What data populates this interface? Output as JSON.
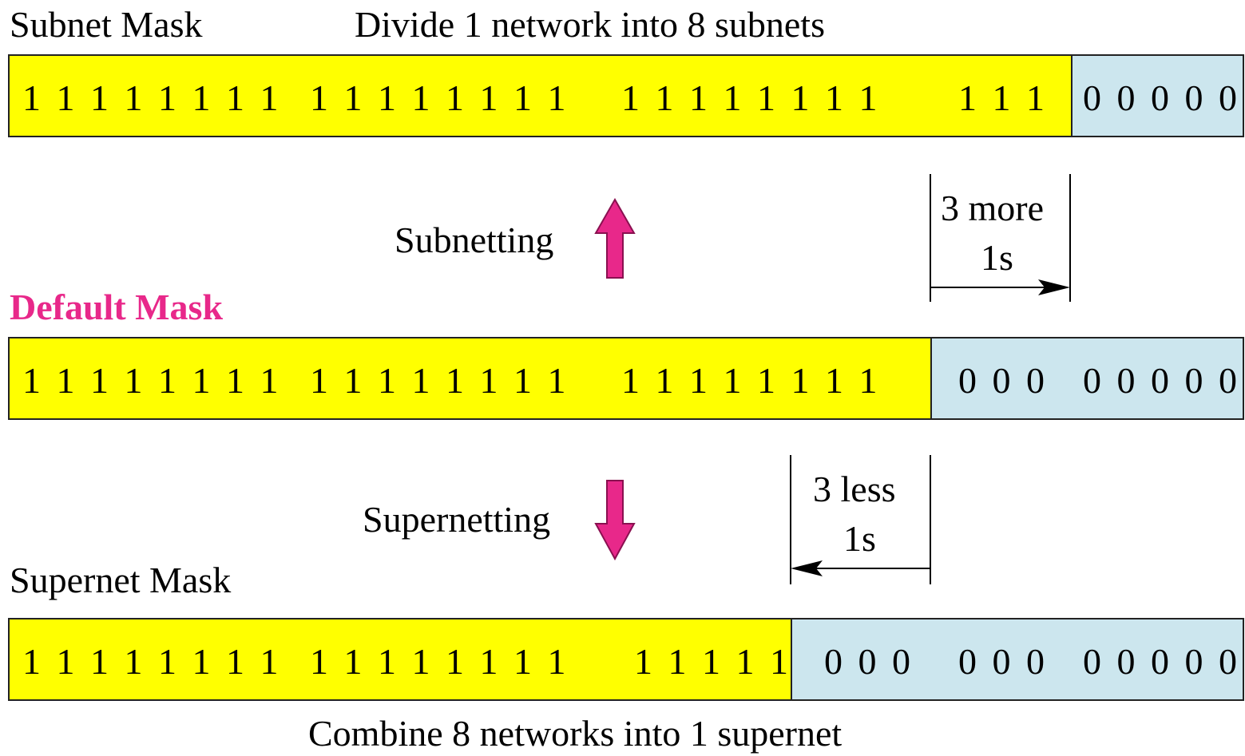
{
  "subnet": {
    "title": "Subnet Mask",
    "caption": "Divide 1 network into 8 subnets",
    "octet1": "1 1 1 1 1 1 1 1",
    "octet2": "1 1 1 1 1 1 1 1",
    "octet3": "1 1 1 1 1 1 1 1",
    "extra_ones": "1 1 1",
    "zeros": "0 0 0 0 0"
  },
  "subnetting": {
    "label": "Subnetting",
    "note_line1": "3 more",
    "note_line2": "1s"
  },
  "default": {
    "title": "Default Mask",
    "octet1": "1 1 1 1 1 1 1 1",
    "octet2": "1 1 1 1 1 1 1 1",
    "octet3": "1 1 1 1 1 1 1 1",
    "zeros_a": "0 0 0",
    "zeros_b": "0 0 0 0 0"
  },
  "supernetting": {
    "label": "Supernetting",
    "note_line1": "3 less",
    "note_line2": "1s"
  },
  "supernet": {
    "title": "Supernet Mask",
    "caption": "Combine 8 networks into 1 supernet",
    "octet1": "1 1 1 1 1 1 1 1",
    "octet2": "1 1 1 1 1 1 1 1",
    "octet3": "1 1 1 1 1",
    "zeros_a": "0 0 0",
    "zeros_b": "0 0 0",
    "zeros_c": "0 0 0 0 0"
  },
  "colors": {
    "network_bits": "#ffff00",
    "host_bits": "#cce6ee",
    "accent": "#e8288a"
  },
  "icons": {
    "up_arrow": "arrow-up-icon",
    "down_arrow": "arrow-down-icon"
  }
}
